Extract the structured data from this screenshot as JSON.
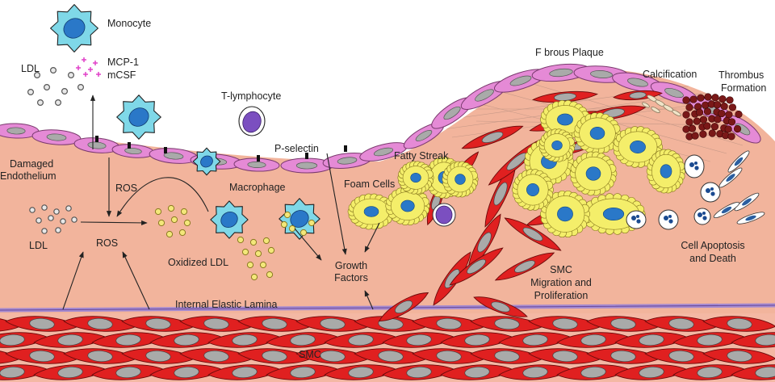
{
  "labels": {
    "monocyte": "Monocyte",
    "mcp1": "MCP-1",
    "mcsf": "mCSF",
    "ldl_top": "LDL",
    "t_lymphocyte": "T-lymphocyte",
    "p_selectin": "P-selectin",
    "damaged_endothelium_1": "Damaged",
    "damaged_endothelium_2": "Endothelium",
    "ros_upper": "ROS",
    "ros_lower": "ROS",
    "macrophage": "Macrophage",
    "ldl_lower": "LDL",
    "oxidized_ldl": "Oxidized LDL",
    "foam_cells": "Foam Cells",
    "fatty_streak": "Fatty Streak",
    "growth_factors_1": "Growth",
    "growth_factors_2": "Factors",
    "fibrous_plaque": "F brous Plaque",
    "calcification": "Calcification",
    "thrombus_1": "Thrombus",
    "thrombus_2": "Formation",
    "cell_apoptosis_1": "Cell Apoptosis",
    "cell_apoptosis_2": "and Death",
    "smc_migration_1": "SMC",
    "smc_migration_2": "Migration and",
    "smc_migration_3": "Proliferation",
    "internal_elastic_lamina": "Internal Elastic Lamina",
    "smc_bottom": "SMC"
  },
  "colors": {
    "tissue": "#f2b49c",
    "endothelium": "#e58ad6",
    "smc": "#e02020",
    "nucleus_gray": "#a9aaa9",
    "monocyte": "#7fd8e8",
    "monocyte_nucleus": "#2a78c8",
    "foam": "#f4ee6a",
    "t_cell": "#7b4fc0",
    "thrombus": "#7a1818",
    "lamina": "#a58ad0",
    "mcp": "#e040c8"
  }
}
